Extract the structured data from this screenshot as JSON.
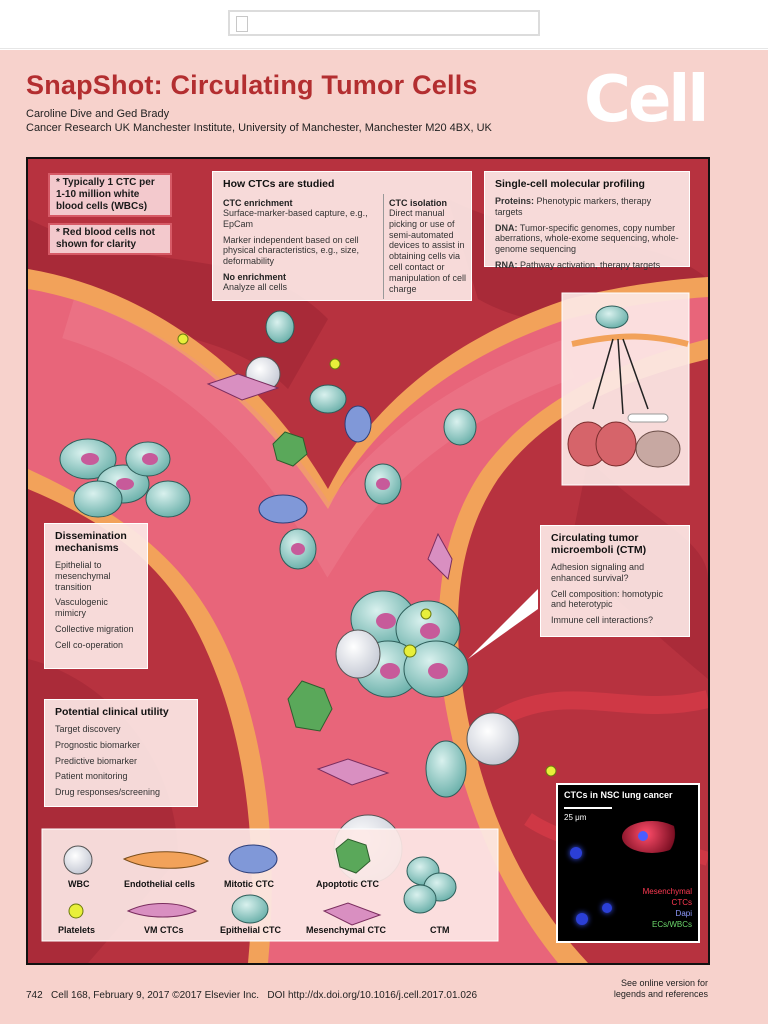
{
  "header": {
    "title": "SnapShot: Circulating Tumor Cells",
    "authors": "Caroline Dive and Ged Brady",
    "affiliation": "Cancer Research UK Manchester Institute, University of Manchester, Manchester M20 4BX, UK",
    "journal_logo": "Cell"
  },
  "notes": [
    "* Typically 1 CTC per 1-10 million white blood cells (WBCs)",
    "* Red blood cells not shown for clarity"
  ],
  "how_studied": {
    "title": "How CTCs are studied",
    "enrichment_heading": "CTC enrichment",
    "enrichment_1": "Surface-marker-based capture, e.g., EpCam",
    "enrichment_2": "Marker independent based on cell physical characteristics, e.g., size, deformability",
    "no_enrichment_heading": "No enrichment",
    "no_enrichment_text": "Analyze all cells",
    "isolation_heading": "CTC isolation",
    "isolation_text": "Direct manual picking or use of semi-automated devices to assist in obtaining cells via cell contact or manipulation of cell charge"
  },
  "profiling": {
    "title": "Single-cell molecular profiling",
    "proteins_label": "Proteins:",
    "proteins_text": "Phenotypic markers, therapy targets",
    "dna_label": "DNA:",
    "dna_text": "Tumor-specific genomes, copy number aberrations, whole-exome sequencing, whole-genome sequencing",
    "rna_label": "RNA:",
    "rna_text": "Pathway activation, therapy targets"
  },
  "dissemination": {
    "title": "Dissemination mechanisms",
    "items": [
      "Epithelial to mesenchymal transition",
      "Vasculogenic mimicry",
      "Collective migration",
      "Cell co-operation"
    ]
  },
  "ctm": {
    "title": "Circulating tumor microemboli (CTM)",
    "items": [
      "Adhesion signaling and enhanced survival?",
      "Cell composition: homotypic and heterotypic",
      "Immune cell interactions?"
    ]
  },
  "clinical": {
    "title": "Potential clinical utility",
    "items": [
      "Target discovery",
      "Prognostic biomarker",
      "Predictive biomarker",
      "Patient monitoring",
      "Drug responses/screening"
    ]
  },
  "legend": {
    "wbc": "WBC",
    "endothelial": "Endothelial cells",
    "mitotic": "Mitotic CTC",
    "apoptotic": "Apoptotic CTC",
    "platelets": "Platelets",
    "vm": "VM CTCs",
    "epithelial": "Epithelial CTC",
    "mesenchymal": "Mesenchymal CTC",
    "ctm": "CTM"
  },
  "inset": {
    "title": "CTCs in NSC lung cancer",
    "scale": "25 μm",
    "mesenchymal": "Mesenchymal",
    "ctcs": "CTCs",
    "dapi": "Dapi",
    "ecs": "ECs/WBCs"
  },
  "footer": {
    "page": "742",
    "citation": "Cell 168, February 9, 2017 ©2017 Elsevier Inc.",
    "doi": "DOI http://dx.doi.org/10.1016/j.cell.2017.01.026",
    "online_note": "See online version for legends and references"
  },
  "colors": {
    "title_red": "#b32e30",
    "vessel_pink": "#e8657a",
    "tissue_red": "#b7323f",
    "panel_bg": "#fce8e6"
  }
}
